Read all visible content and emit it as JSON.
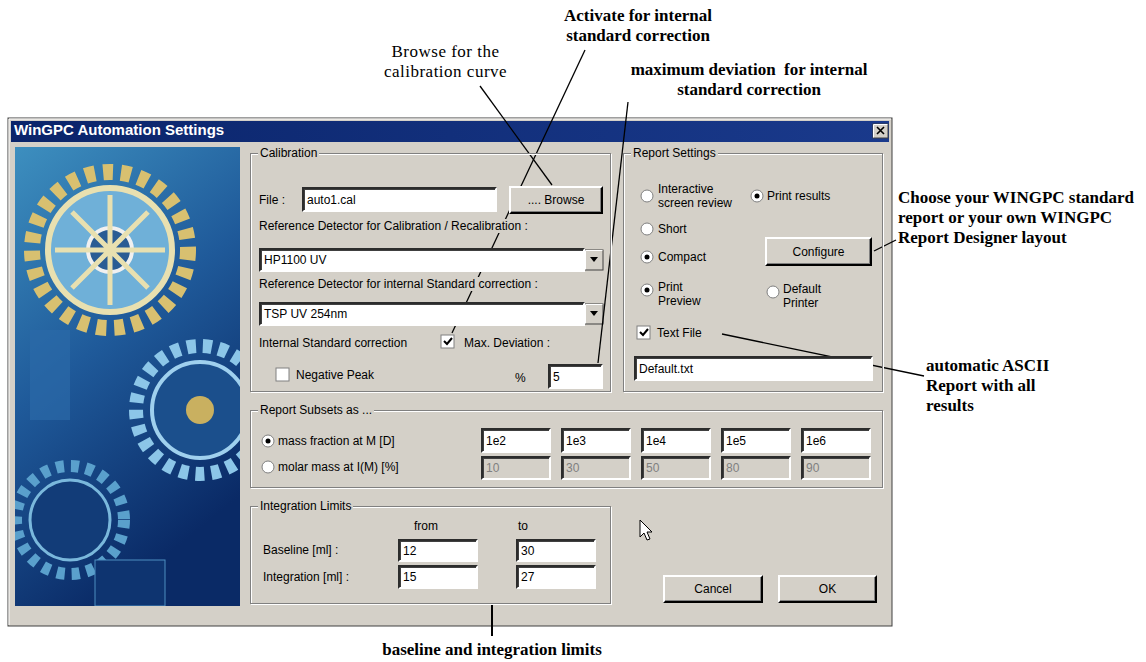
{
  "diagram": {
    "nodes": [
      {
        "text": [
          "WinGPC Automation Settings"
        ]
      },
      {
        "text": [
          "Calibration"
        ],
        "in": 0
      },
      {
        "text": [
          "auto1.cal"
        ],
        "in": 1
      },
      {
        "text": [
          ".... Browse"
        ],
        "in": 1
      },
      {
        "text": [
          "HP1100 UV"
        ],
        "in": 1
      },
      {
        "text": [
          "TSP UV 254nm"
        ],
        "in": 1
      },
      {
        "text": [
          "5"
        ],
        "in": 1
      },
      {
        "text": [
          "Report Settings"
        ],
        "in": 0
      },
      {
        "text": [
          "Configure"
        ],
        "in": 7
      },
      {
        "text": [
          "Default.txt"
        ],
        "in": 7
      },
      {
        "text": [
          "Report Subsets as ..."
        ],
        "in": 0
      },
      {
        "text": [
          "1e2"
        ],
        "in": 10
      },
      {
        "text": [
          "1e3"
        ],
        "in": 10
      },
      {
        "text": [
          "1e4"
        ],
        "in": 10
      },
      {
        "text": [
          "1e5"
        ],
        "in": 10
      },
      {
        "text": [
          "1e6"
        ],
        "in": 10
      },
      {
        "text": [
          "10"
        ],
        "in": 10
      },
      {
        "text": [
          "30"
        ],
        "in": 10
      },
      {
        "text": [
          "50"
        ],
        "in": 10
      },
      {
        "text": [
          "80"
        ],
        "in": 10
      },
      {
        "text": [
          "90"
        ],
        "in": 10
      },
      {
        "text": [
          "Integration Limits"
        ],
        "in": 0
      },
      {
        "text": [
          "12"
        ],
        "in": 21
      },
      {
        "text": [
          "30"
        ],
        "in": 21
      },
      {
        "text": [
          "15"
        ],
        "in": 21
      },
      {
        "text": [
          "27"
        ],
        "in": 21
      },
      {
        "text": [
          "Cancel"
        ],
        "in": 0
      },
      {
        "text": [
          "OK"
        ],
        "in": 0
      }
    ],
    "labels": [
      "File :",
      "Reference Detector for Calibration / Recalibration :",
      "Reference Detector for internal Standard correction :",
      "Internal Standard correction",
      "Max. Deviation :",
      "Negative Peak",
      "%",
      "Interactive screen review",
      "Print results",
      "Short",
      "Compact",
      "Print Preview",
      "Default Printer",
      "Text File",
      "mass fraction at M [D]",
      "molar mass at I(M) [%]",
      "from",
      "to",
      "Baseline [ml] :",
      "Integration [ml] :",
      "Activate for internal standard correction",
      "Browse for the calibration curve",
      "maximum deviation  for internal standard correction",
      "Choose your WINGPC standard report or your own WINGPC Report Designer layout",
      "automatic ASCII Report with all results",
      "baseline and integration limits"
    ]
  }
}
